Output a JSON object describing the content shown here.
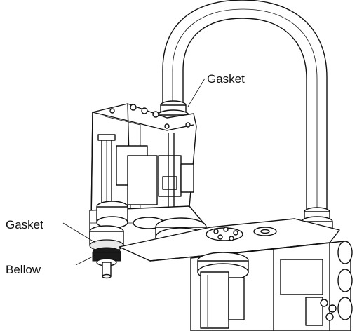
{
  "callouts": {
    "gasket_top": "Gasket",
    "gasket_left": "Gasket",
    "bellow": "Bellow"
  },
  "colors": {
    "line": "#111111",
    "background": "#ffffff",
    "shade": "#e9e9e9"
  }
}
